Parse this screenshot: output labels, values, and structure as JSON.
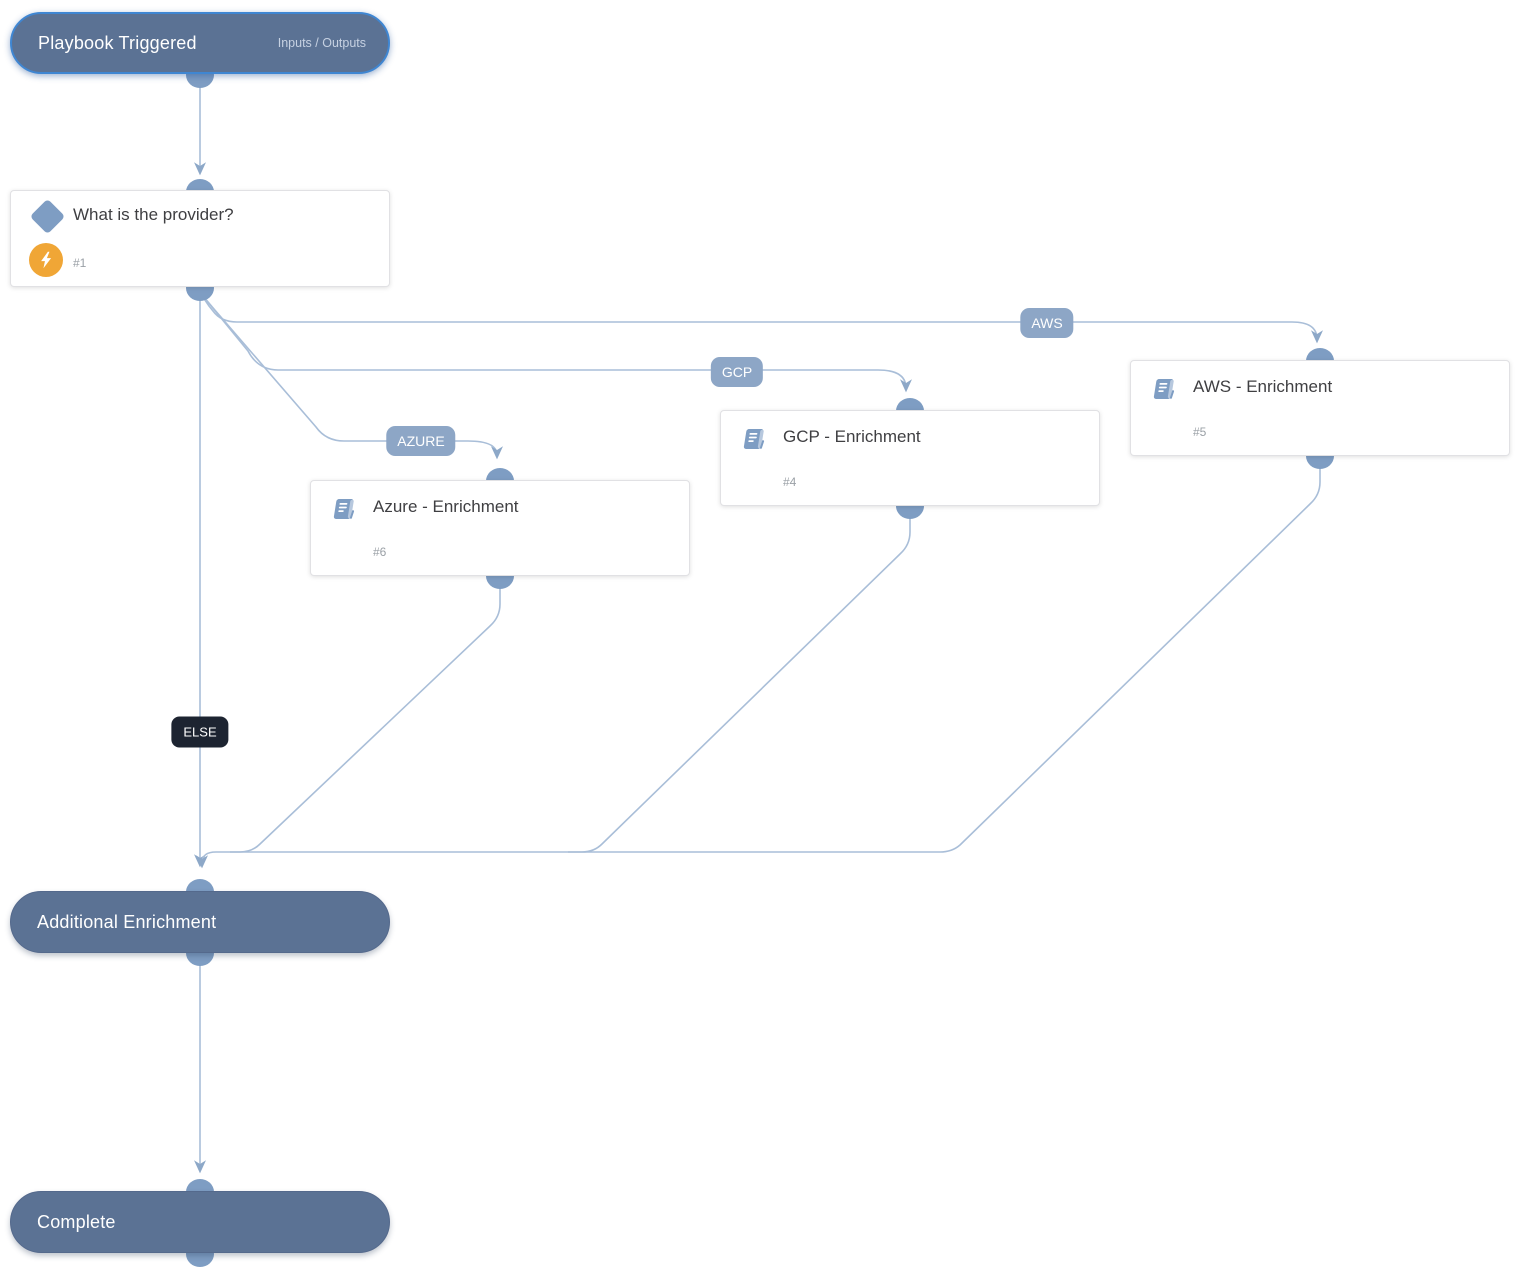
{
  "nodes": {
    "start": {
      "label": "Playbook Triggered",
      "action_link": "Inputs / Outputs"
    },
    "decision": {
      "title": "What is the provider?",
      "number": "#1"
    },
    "azure": {
      "title": "Azure - Enrichment",
      "number": "#6"
    },
    "gcp": {
      "title": "GCP - Enrichment",
      "number": "#4"
    },
    "aws": {
      "title": "AWS - Enrichment",
      "number": "#5"
    },
    "additional": {
      "label": "Additional Enrichment"
    },
    "complete": {
      "label": "Complete"
    }
  },
  "edge_labels": {
    "aws": "AWS",
    "gcp": "GCP",
    "azure": "AZURE",
    "else": "ELSE"
  },
  "colors": {
    "pill_fill": "#5b7294",
    "pill_selected_border": "#3f86d2",
    "wire": "#a9bed8",
    "arrowhead": "#8da8c8",
    "port": "#7e9dc3",
    "edge_label_bg": "#8da6c6",
    "else_label_bg": "#1d2431",
    "decision_icon": "#7e9dc3",
    "bolt_circle": "#f0a636",
    "card_title_text": "#3f3f42",
    "card_number_text": "#9aa0a6"
  }
}
